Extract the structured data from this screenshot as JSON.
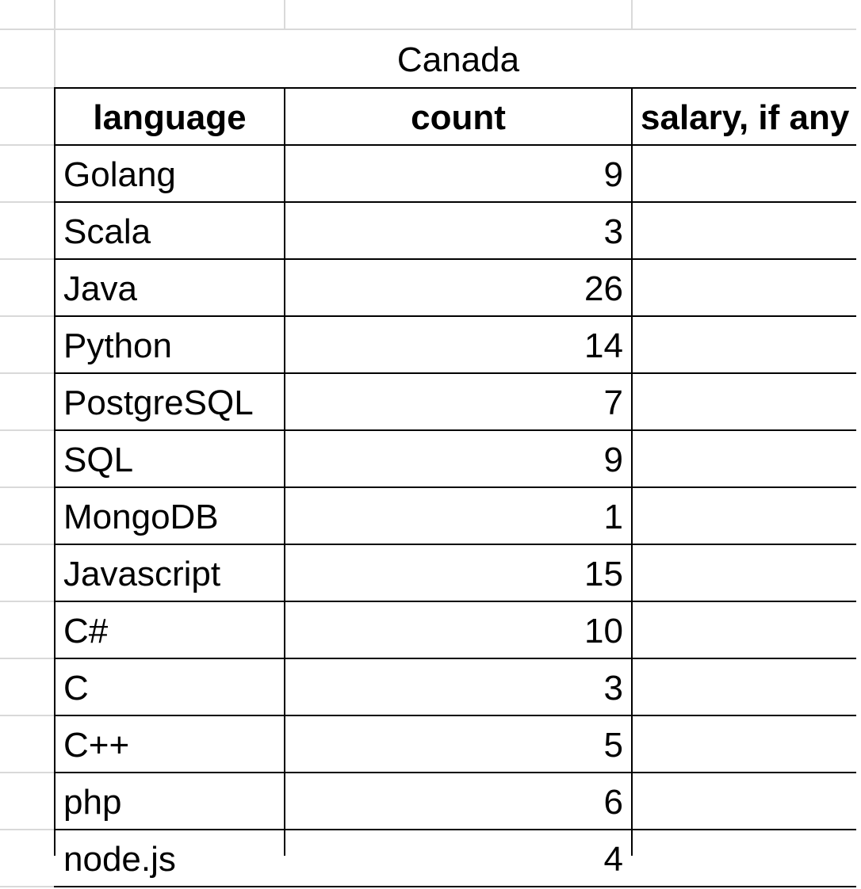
{
  "sheet": {
    "title": "Canada",
    "columns": [
      "language",
      "count",
      "salary, if any"
    ],
    "rows": [
      {
        "language": "Golang",
        "count": "9",
        "salary": ""
      },
      {
        "language": "Scala",
        "count": "3",
        "salary": ""
      },
      {
        "language": "Java",
        "count": "26",
        "salary": ""
      },
      {
        "language": "Python",
        "count": "14",
        "salary": ""
      },
      {
        "language": "PostgreSQL",
        "count": "7",
        "salary": ""
      },
      {
        "language": "SQL",
        "count": "9",
        "salary": ""
      },
      {
        "language": "MongoDB",
        "count": "1",
        "salary": ""
      },
      {
        "language": "Javascript",
        "count": "15",
        "salary": ""
      },
      {
        "language": "C#",
        "count": "10",
        "salary": ""
      },
      {
        "language": "C",
        "count": "3",
        "salary": ""
      },
      {
        "language": "C++",
        "count": "5",
        "salary": ""
      },
      {
        "language": "php",
        "count": "6",
        "salary": ""
      },
      {
        "language": "node.js",
        "count": "4",
        "salary": ""
      }
    ]
  }
}
